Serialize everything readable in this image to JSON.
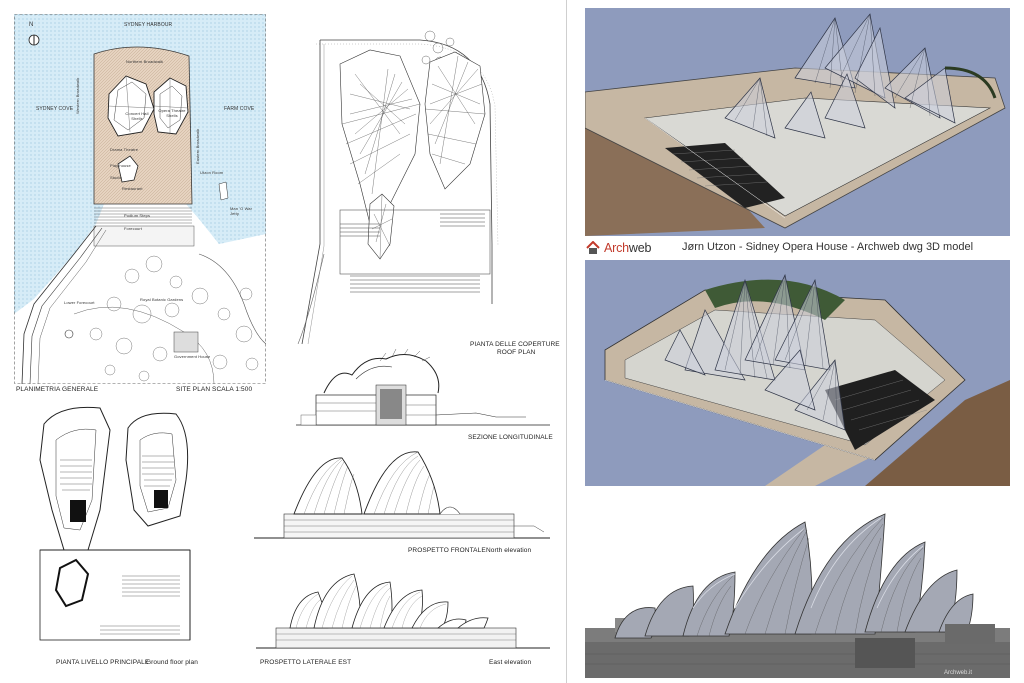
{
  "site_plan": {
    "north": "N",
    "harbour": "SYDNEY HARBOUR",
    "cove_left": "SYDNEY COVE",
    "cove_right": "FARM COVE",
    "labels": {
      "northern_broadwalk": "Northern Broadwalk",
      "western_broadwalk": "Western Broadwalk",
      "eastern_broadwalk": "Eastern Broadwalk",
      "concert_hall": "Concert Hall Shells",
      "opera_theatre": "Opera Theatre Shells",
      "drama_theatre": "Drama Theatre",
      "playhouse": "Play house",
      "studio": "Studio",
      "utzon_room": "Utzon Room",
      "restaurant": "Restaurant",
      "podium_steps": "Podium Steps",
      "forecourt": "Forecourt",
      "man_o_war": "Man 'O War Jetty",
      "lower_forecourt": "Lower Forecourt",
      "botanic": "Royal Botanic Gardens",
      "gov_house": "Government House"
    },
    "title_left": "PLANIMETRIA GENERALE",
    "title_right": "SITE PLAN   SCALA 1:500"
  },
  "roof_plan": {
    "line1": "PIANTA DELLE COPERTURE",
    "line2": "ROOF PLAN"
  },
  "section": {
    "label": "SEZIONE LONGITUDINALE"
  },
  "north_elev": {
    "label_it": "PROSPETTO FRONTALE",
    "label_en": "North elevation"
  },
  "east_elev": {
    "label_it": "PROSPETTO LATERALE  EST",
    "label_en": "East elevation"
  },
  "floor_plan": {
    "label_it": "PIANTA LIVELLO PRINCIPALE",
    "label_en": "Ground floor plan"
  },
  "brand": {
    "prefix": "Arch",
    "suffix": "web"
  },
  "caption": "Jørn Utzon -  Sidney Opera House - Archweb dwg 3D model",
  "watermark": "Archweb.it",
  "colors": {
    "water": "#d6ecf7",
    "render_bg": "#8e9bbd",
    "brand_red": "#c23a2b",
    "floor": "#c6b7a3",
    "terrain": "#7a5d44"
  }
}
